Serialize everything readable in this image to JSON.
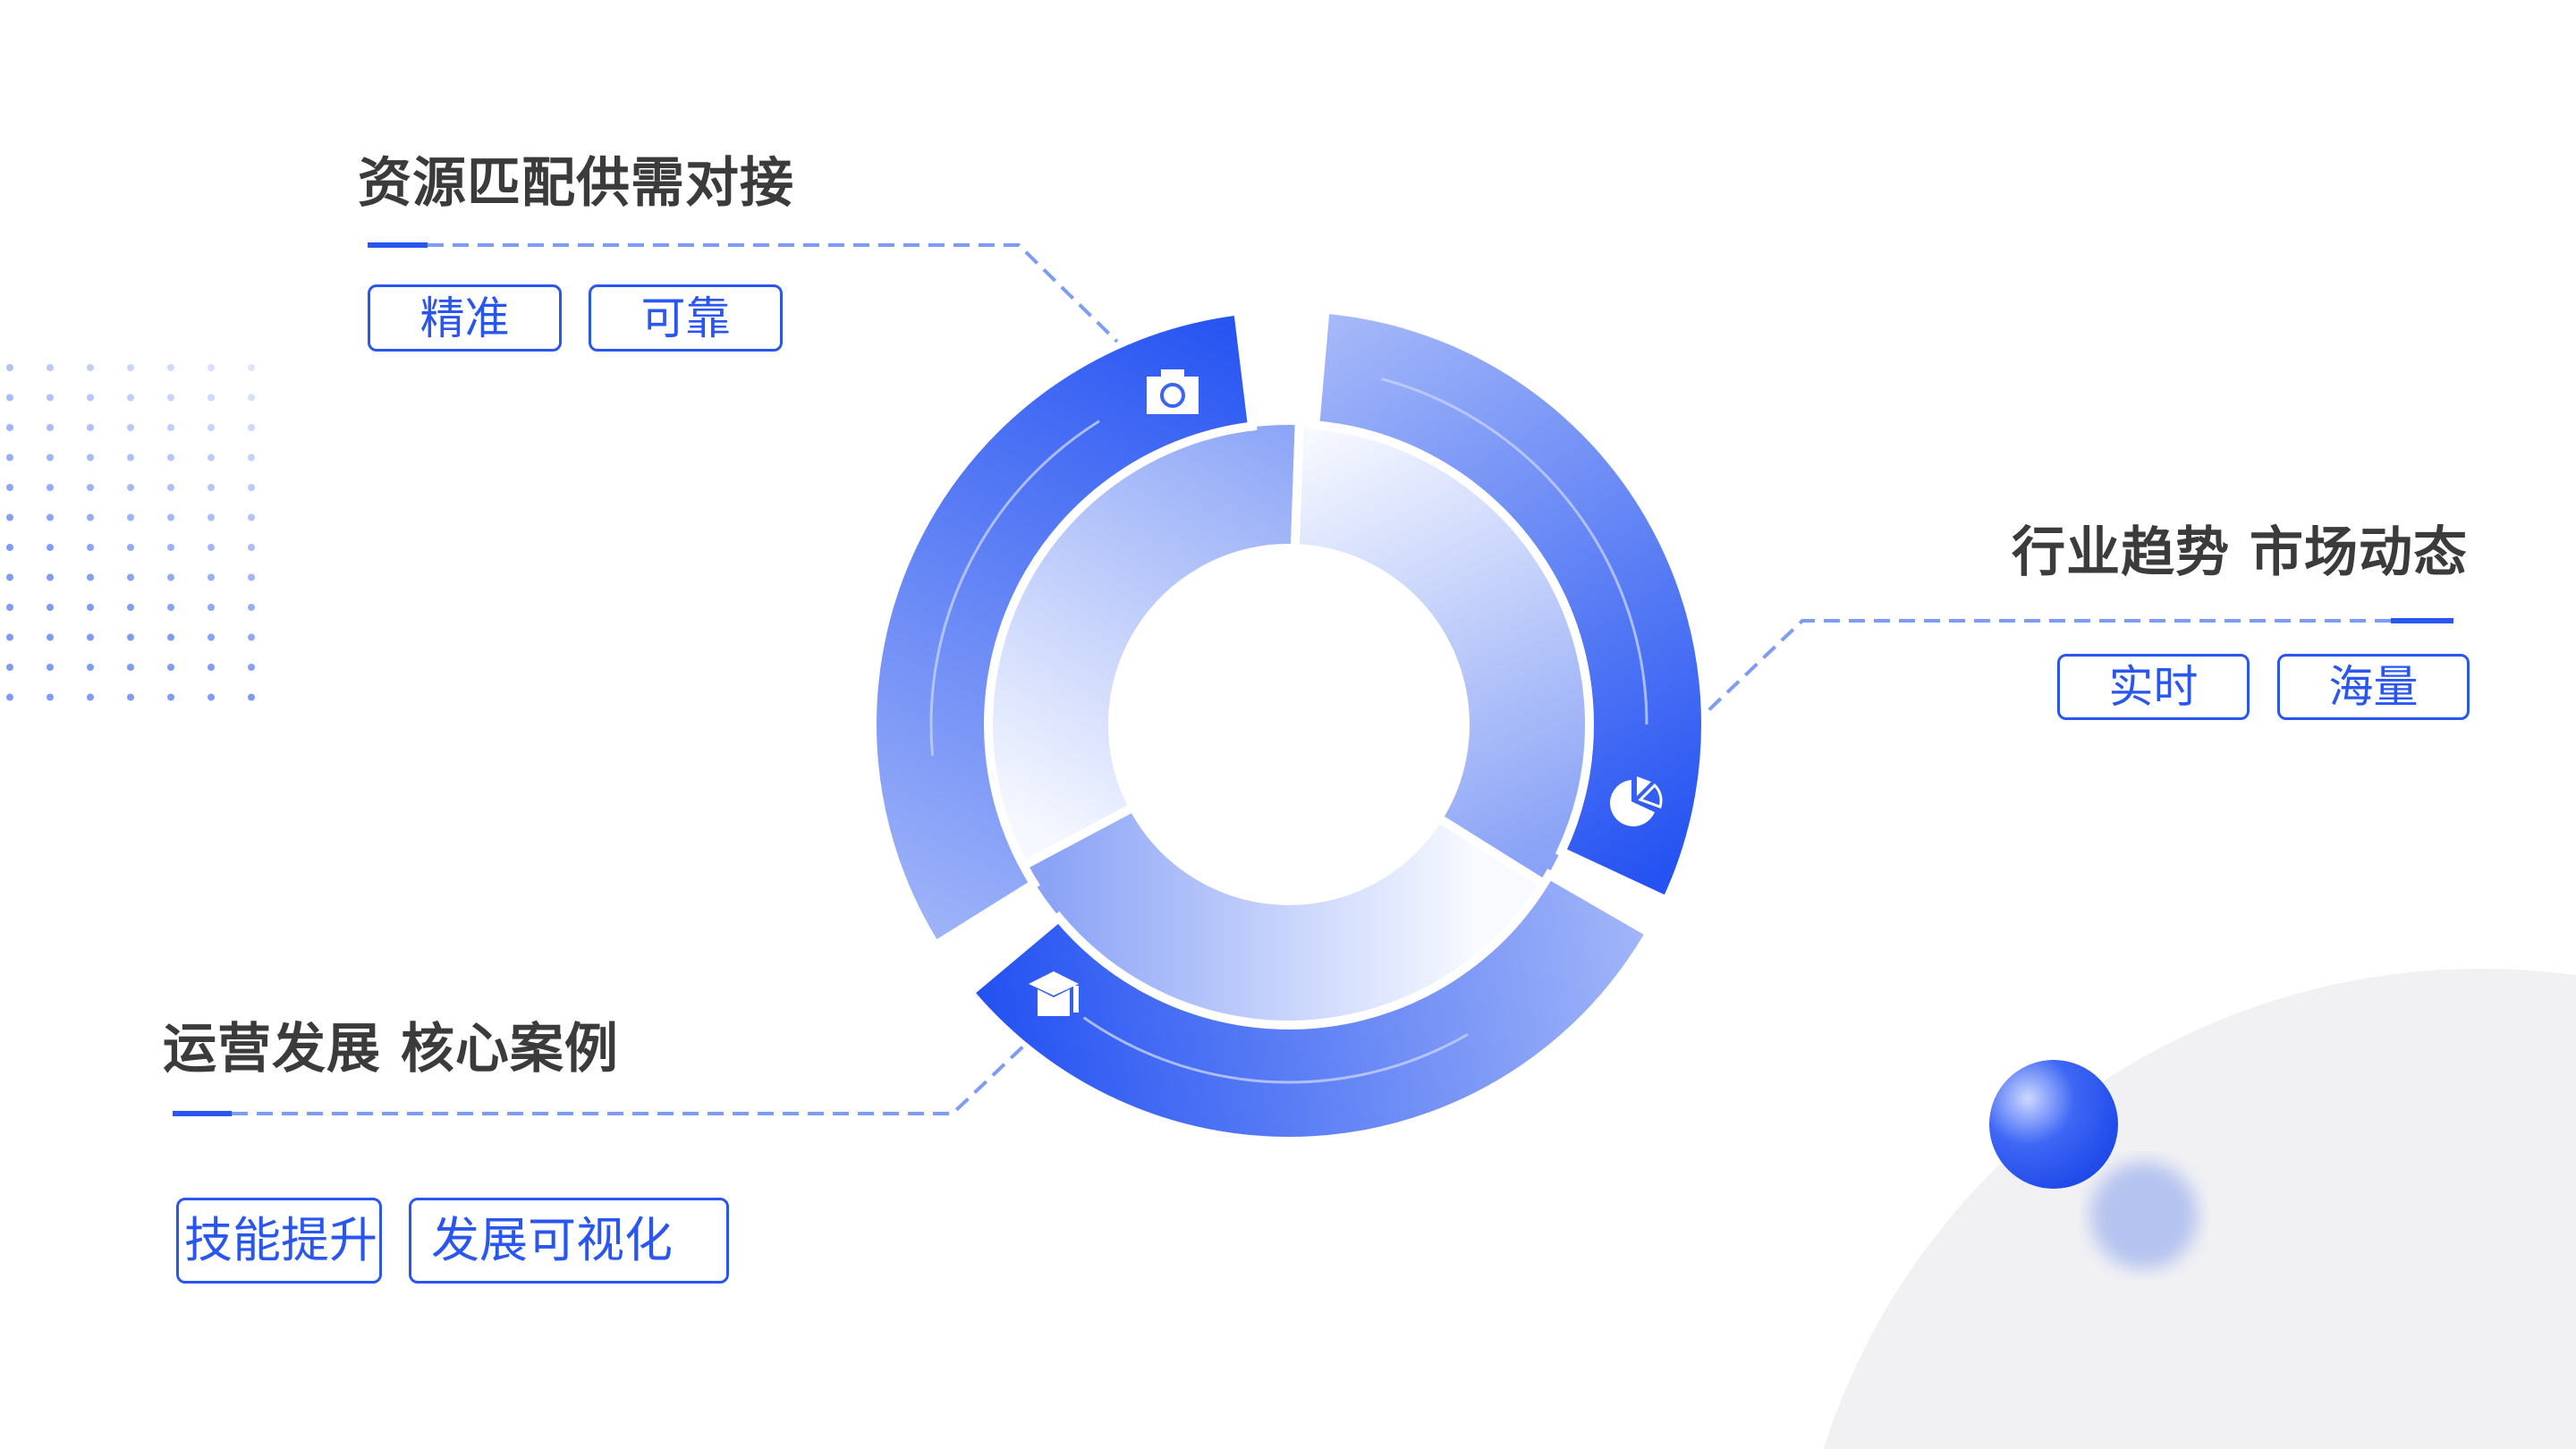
{
  "sections": [
    {
      "title": "资源匹配供需对接",
      "tags": [
        "精准",
        "可靠"
      ],
      "icon": "camera-icon"
    },
    {
      "title": "行业趋势 市场动态",
      "tags": [
        "实时",
        "海量"
      ],
      "icon": "pie-chart-icon"
    },
    {
      "title": "运营发展 核心案例",
      "tags": [
        "技能提升",
        "发展可视化"
      ],
      "icon": "graduation-cap-icon"
    }
  ],
  "colors": {
    "accent": "#2a56f0",
    "light": "#a6b9f8",
    "title": "#3b3b3b",
    "dash": "#7f9cf5"
  }
}
